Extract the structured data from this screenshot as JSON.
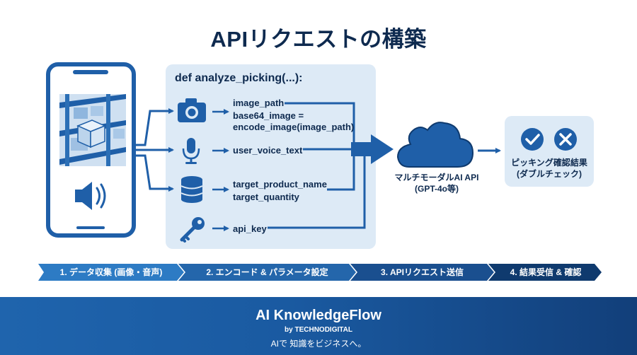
{
  "title": "APIリクエストの構築",
  "function_signature": "def analyze_picking(...):",
  "params": {
    "image_path": "image_path",
    "base64_line1": "base64_image =",
    "base64_line2": "encode_image(image_path)",
    "user_voice_text": "user_voice_text",
    "target_product_name": "target_product_name",
    "target_quantity": "target_quantity",
    "api_key": "api_key"
  },
  "api": {
    "line1": "マルチモーダルAI API",
    "line2": "(GPT-4o等)"
  },
  "result": {
    "line1": "ピッキング確認結果",
    "line2": "(ダブルチェック)"
  },
  "steps": [
    {
      "label": "1. データ収集 (画像・音声)"
    },
    {
      "label": "2. エンコード & パラメータ設定"
    },
    {
      "label": "3. APIリクエスト送信"
    },
    {
      "label": "4. 結果受信 & 確認"
    }
  ],
  "footer": {
    "brand": "AI KnowledgeFlow",
    "by": "by TECHNODIGITAL",
    "tagline": "AIで 知識をビジネスへ。"
  },
  "icons": {
    "phone": "smartphone-icon",
    "camera": "camera-icon",
    "mic": "microphone-icon",
    "database": "database-icon",
    "key": "key-icon",
    "cloud": "cloud-icon",
    "check": "check-icon",
    "cross": "cross-icon",
    "speaker": "speaker-icon"
  },
  "colors": {
    "navy": "#0e2a4f",
    "primary": "#1f5fa8",
    "light": "#ddeaf6",
    "step1": "#2d7bc4",
    "step2": "#2466ab",
    "step3": "#1a4f8f",
    "step4": "#0f3a6e"
  }
}
